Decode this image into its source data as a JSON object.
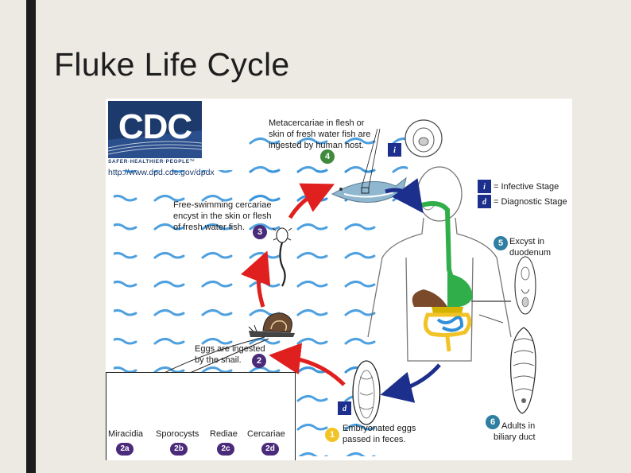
{
  "slide": {
    "title": "Fluke Life Cycle"
  },
  "diagram": {
    "logo": {
      "text": "CDC",
      "tagline": "SAFER·HEALTHIER·PEOPLE™",
      "url": "http://www.dpd.cdc.gov/dpdx"
    },
    "steps": {
      "s4": {
        "badge": "4",
        "text": "Metacercariae in flesh or skin of fresh water fish are ingested by human host."
      },
      "s3": {
        "badge": "3",
        "text_lines": [
          "Free-swimming cercariae",
          "encyst in the skin or flesh",
          "of fresh water fish."
        ]
      },
      "s2": {
        "badge": "2",
        "text_lines": [
          "Eggs are ingested",
          "by the snail."
        ]
      },
      "s1": {
        "badge": "1",
        "text_lines": [
          "Embryonated eggs",
          "passed in feces."
        ]
      },
      "s5": {
        "badge": "5",
        "text_lines": [
          "Excyst in",
          "duodenum"
        ]
      },
      "s6": {
        "badge": "6",
        "text_lines": [
          "Adults in",
          "biliary duct"
        ]
      }
    },
    "legend": {
      "infective": {
        "badge": "i",
        "label": "= Infective Stage"
      },
      "diagnostic": {
        "badge": "d",
        "label": "= Diagnostic Stage"
      }
    },
    "markers": {
      "fish_infective": "i",
      "egg_diagnostic": "d"
    },
    "snail_stages": [
      {
        "badge": "2a",
        "label": "Miracidia"
      },
      {
        "badge": "2b",
        "label": "Sporocysts"
      },
      {
        "badge": "2c",
        "label": "Rediae"
      },
      {
        "badge": "2d",
        "label": "Cercariae"
      }
    ],
    "colors": {
      "cdc_blue": "#1d3a6c",
      "infective_arrow": "#e0201e",
      "diagnostic_arrow": "#1d2f8c",
      "badge_green": "#3f8a3c",
      "badge_purple": "#4a2a7a",
      "badge_yellow": "#f2c326",
      "badge_teal": "#2f7fa3",
      "water": "#2f8fd8"
    }
  }
}
